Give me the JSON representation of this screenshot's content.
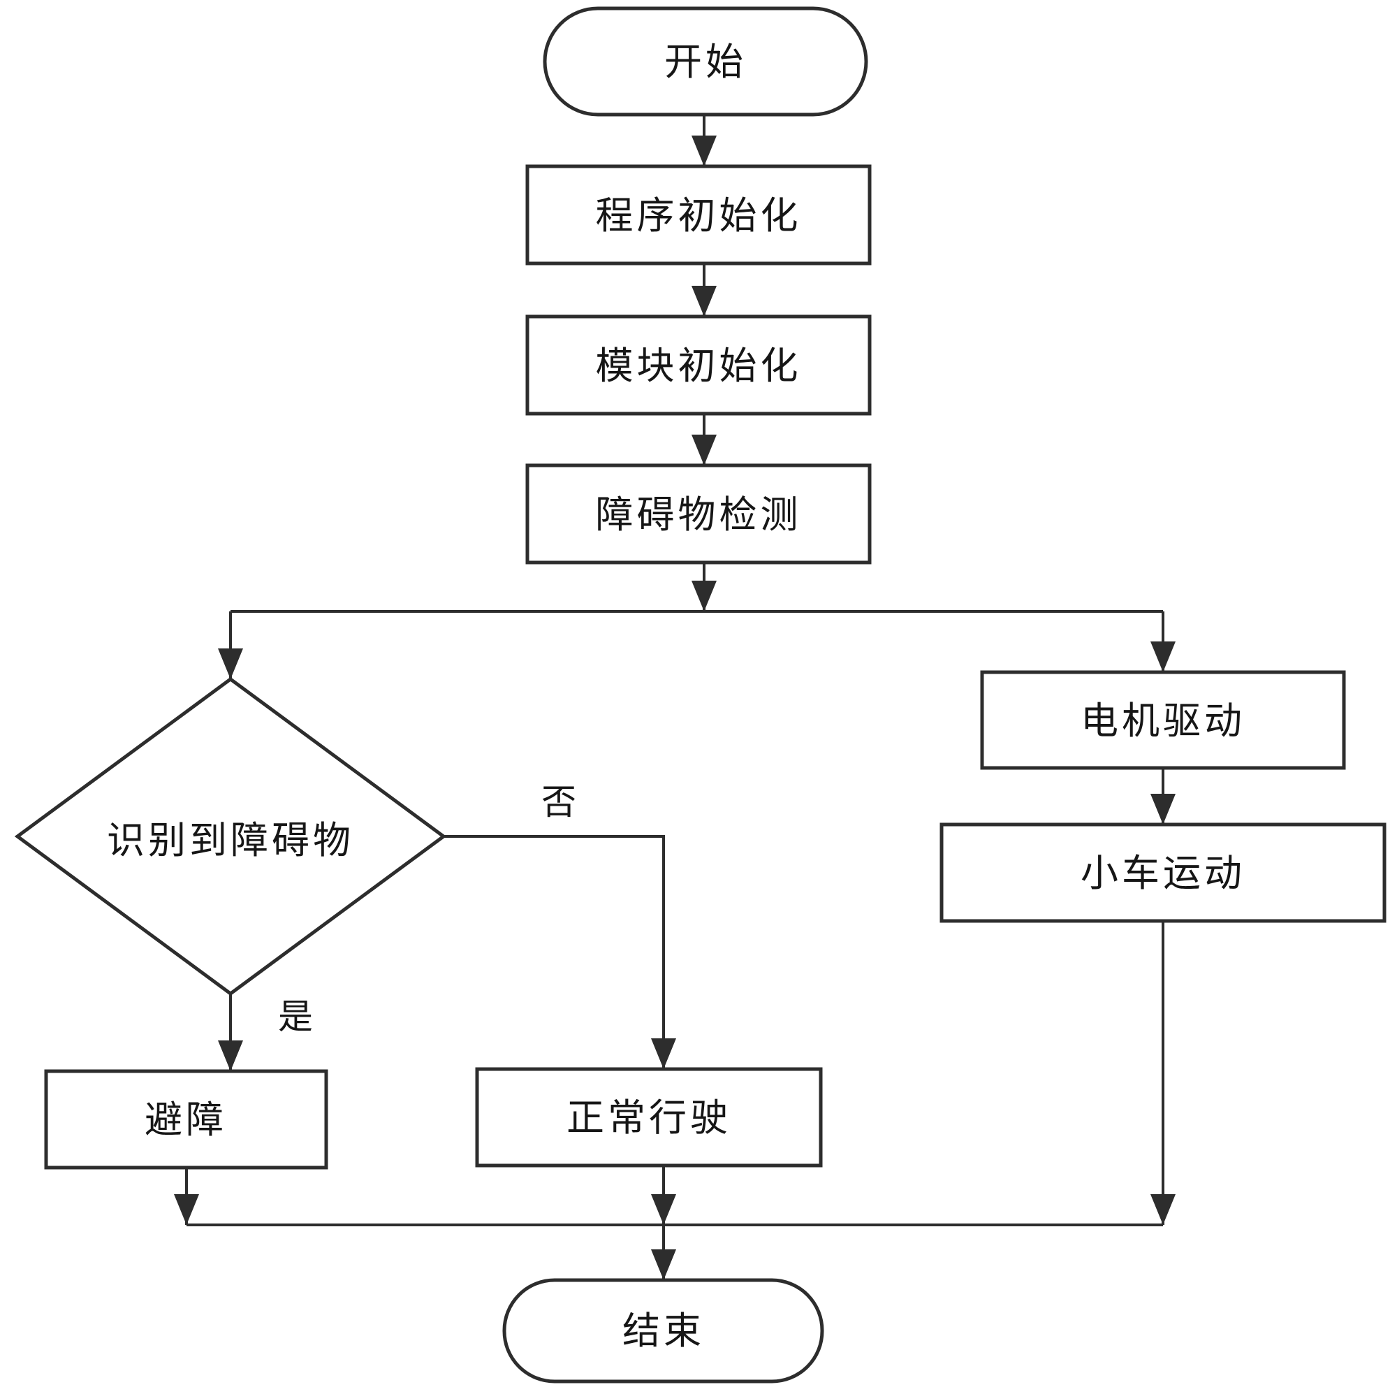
{
  "canvas": {
    "background": "#ffffff",
    "line_color": "#2d2d2d",
    "text_color": "#161616"
  },
  "nodes": {
    "start": {
      "label": "开始",
      "type": "terminator"
    },
    "program_init": {
      "label": "程序初始化",
      "type": "process"
    },
    "module_init": {
      "label": "模块初始化",
      "type": "process"
    },
    "obstacle_detection": {
      "label": "障碍物检测",
      "type": "process"
    },
    "obstacle_recognized": {
      "label": "识别到障碍物",
      "type": "decision"
    },
    "motor_drive": {
      "label": "电机驱动",
      "type": "process"
    },
    "car_motion": {
      "label": "小车运动",
      "type": "process"
    },
    "obstacle_avoidance": {
      "label": "避障",
      "type": "process"
    },
    "normal_driving": {
      "label": "正常行驶",
      "type": "process"
    },
    "end": {
      "label": "结束",
      "type": "terminator"
    }
  },
  "edge_labels": {
    "yes": "是",
    "no": "否"
  }
}
